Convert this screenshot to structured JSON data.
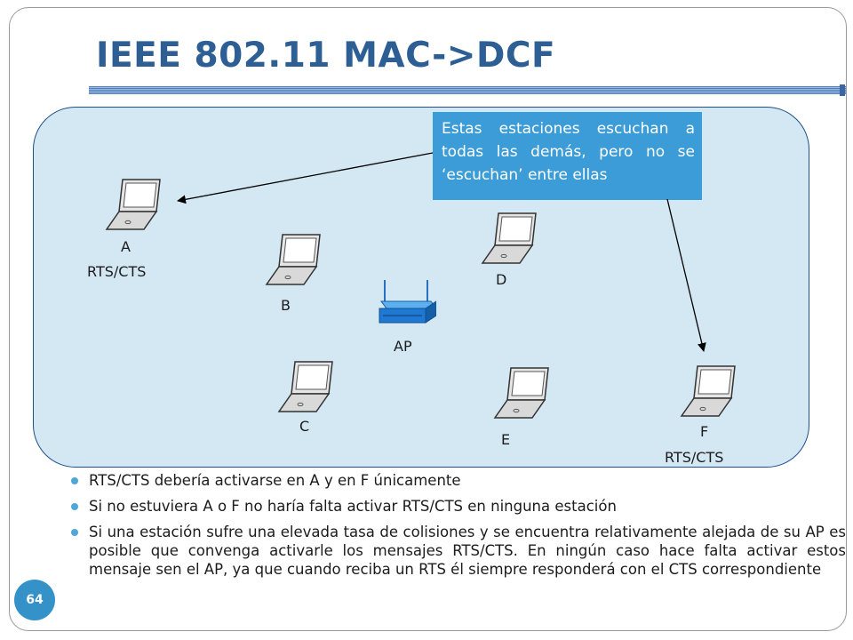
{
  "slide": {
    "title": "IEEE 802.11 MAC->DCF",
    "page_number": "64"
  },
  "diagram": {
    "callout_text": "Estas estaciones escuchan a todas las demás, pero no se ‘escuchan’ entre ellas",
    "stations": [
      {
        "id": "A",
        "label": "A",
        "sublabel": "RTS/CTS"
      },
      {
        "id": "B",
        "label": "B"
      },
      {
        "id": "C",
        "label": "C"
      },
      {
        "id": "D",
        "label": "D"
      },
      {
        "id": "E",
        "label": "E"
      },
      {
        "id": "F",
        "label": "F",
        "sublabel": "RTS/CTS"
      }
    ],
    "access_point": {
      "label": "AP"
    },
    "colors": {
      "network_fill": "#d3e8f3",
      "network_border": "#1f4f8a",
      "callout_fill": "#3c9cd7",
      "title_color": "#2d5f94",
      "bullet_color": "#4fa7d8"
    },
    "icons": {
      "station": "laptop-icon",
      "ap": "wireless-access-point-icon"
    }
  },
  "bullets": [
    "RTS/CTS debería activarse en A y en F únicamente",
    "Si no estuviera A o F no haría falta activar RTS/CTS en ninguna estación",
    "Si una estación sufre una elevada tasa de colisiones y se encuentra relativamente alejada de su AP es posible que convenga activarle los mensajes RTS/CTS. En ningún caso hace falta activar estos mensaje sen el AP, ya que cuando reciba un RTS él siempre responderá con el CTS correspondiente"
  ]
}
